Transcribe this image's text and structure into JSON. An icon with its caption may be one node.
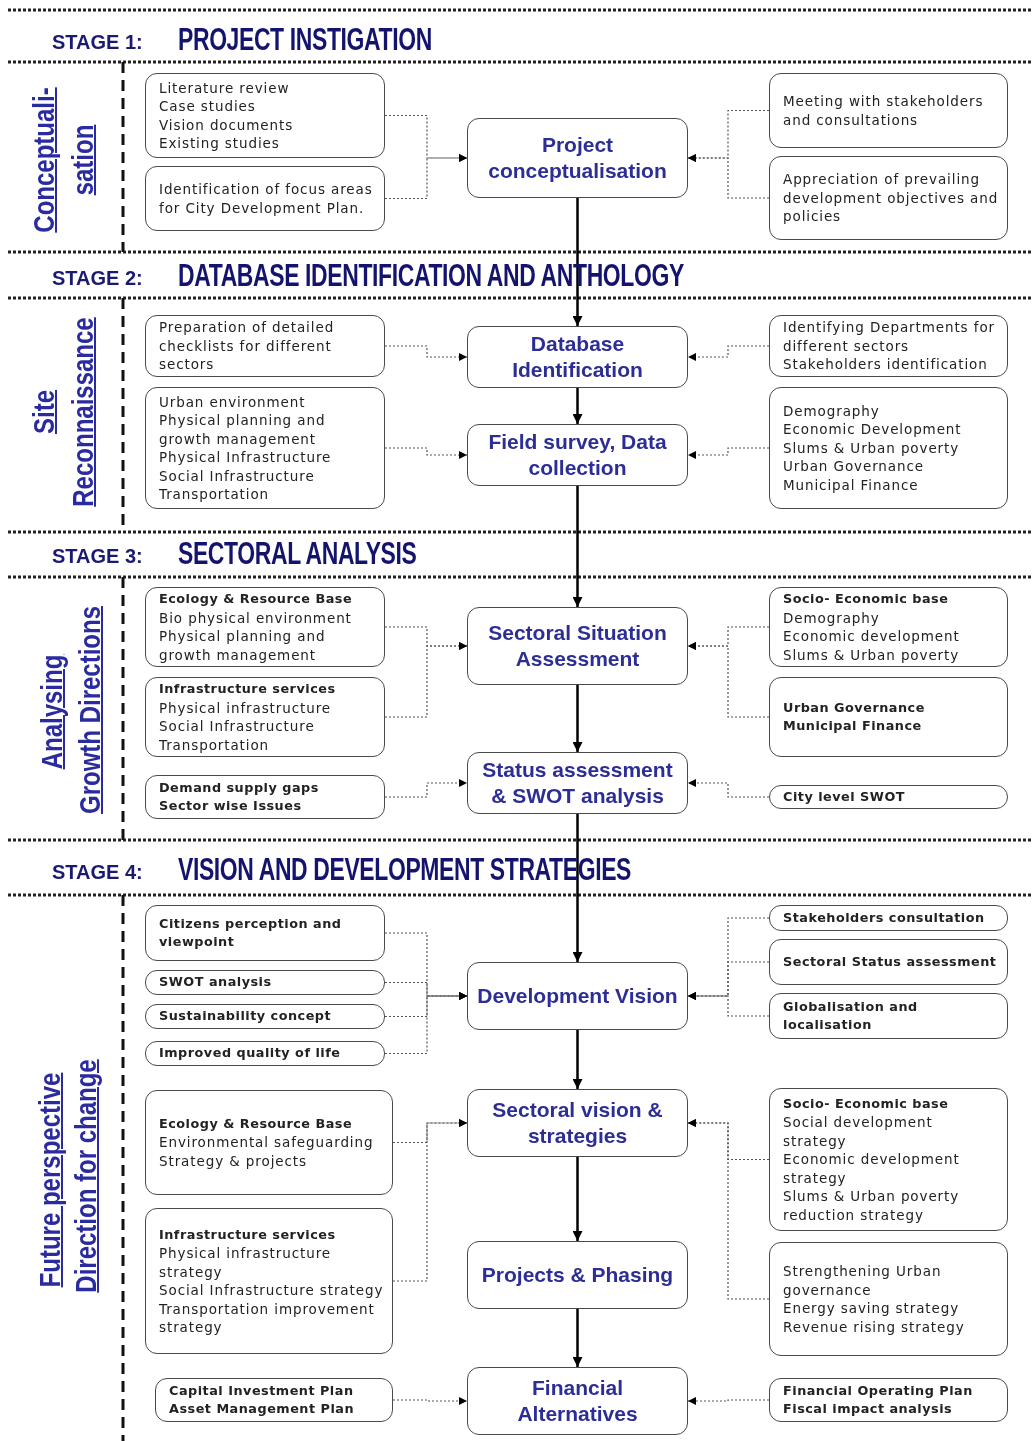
{
  "diagram": {
    "nodes": [
      {
        "text": [
          "Literature review",
          "Case studies",
          "Vision documents",
          "Existing studies"
        ]
      },
      {
        "text": [
          "Identification of focus areas for City Development Plan."
        ]
      },
      {
        "text": [
          "Project conceptualisation"
        ]
      },
      {
        "text": [
          "Meeting with stakeholders and consultations"
        ]
      },
      {
        "text": [
          "Appreciation of prevailing development objectives and policies"
        ]
      },
      {
        "text": [
          "Preparation of detailed checklists for different sectors"
        ]
      },
      {
        "text": [
          "Database Identification"
        ]
      },
      {
        "text": [
          "Identifying Departments for different sectors",
          "Stakeholders identification"
        ]
      },
      {
        "text": [
          "Urban environment",
          "Physical planning and growth management",
          "Physical Infrastructure",
          "Social Infrastructure",
          "Transportation"
        ]
      },
      {
        "text": [
          "Field survey, Data collection"
        ]
      },
      {
        "text": [
          "Demography",
          "Economic Development",
          "Slums & Urban poverty",
          "Urban Governance",
          "Municipal Finance"
        ]
      },
      {
        "text": [
          "Ecology & Resource Base",
          "Bio physical environment",
          "Physical planning and growth management"
        ]
      },
      {
        "text": [
          "Sectoral Situation Assessment"
        ]
      },
      {
        "text": [
          "Socio- Economic base",
          "Demography",
          "Economic development",
          "Slums & Urban poverty"
        ]
      },
      {
        "text": [
          "Infrastructure services",
          "Physical infrastructure",
          "Social Infrastructure",
          "Transportation"
        ]
      },
      {
        "text": [
          "Urban Governance",
          "Municipal Finance"
        ]
      },
      {
        "text": [
          "Demand supply gaps",
          "Sector wise Issues"
        ]
      },
      {
        "text": [
          "Status assessment & SWOT analysis"
        ]
      },
      {
        "text": [
          "City level SWOT"
        ]
      },
      {
        "text": [
          "Citizens perception and viewpoint"
        ]
      },
      {
        "text": [
          "Stakeholders consultation"
        ]
      },
      {
        "text": [
          "Sectoral Status assessment"
        ]
      },
      {
        "text": [
          "SWOT analysis"
        ]
      },
      {
        "text": [
          "Development Vision"
        ]
      },
      {
        "text": [
          "Sustainability concept"
        ]
      },
      {
        "text": [
          "Globalisation and localisation"
        ]
      },
      {
        "text": [
          "Improved quality of life"
        ]
      },
      {
        "text": [
          "Ecology & Resource Base",
          "Environmental safeguarding",
          "Strategy & projects"
        ]
      },
      {
        "text": [
          "Sectoral vision & strategies"
        ]
      },
      {
        "text": [
          "Socio- Economic base",
          "Social development strategy",
          "Economic development strategy",
          "Slums & Urban poverty reduction strategy"
        ]
      },
      {
        "text": [
          "Infrastructure services",
          "Physical infrastructure strategy",
          "Social Infrastructure strategy",
          "Transportation improvement strategy"
        ]
      },
      {
        "text": [
          "Projects & Phasing"
        ]
      },
      {
        "text": [
          "Strengthening Urban governance",
          "Energy saving strategy",
          "Revenue rising strategy"
        ]
      },
      {
        "text": [
          "Capital Investment Plan",
          "Asset Management Plan"
        ]
      },
      {
        "text": [
          "Financial Alternatives"
        ]
      },
      {
        "text": [
          "Financial Operating Plan",
          "Fiscal impact analysis"
        ]
      }
    ],
    "edges": [
      {
        "from": 0,
        "to": 2,
        "arrow": "to",
        "style": "dashed"
      },
      {
        "from": 1,
        "to": 2,
        "arrow": "to",
        "style": "dashed"
      },
      {
        "from": 3,
        "to": 2,
        "arrow": "to",
        "style": "dashed"
      },
      {
        "from": 4,
        "to": 2,
        "arrow": "to",
        "style": "dashed"
      },
      {
        "from": 2,
        "to": 6,
        "arrow": "to"
      },
      {
        "from": 5,
        "to": 6,
        "arrow": "to",
        "style": "dashed"
      },
      {
        "from": 7,
        "to": 6,
        "arrow": "to",
        "style": "dashed"
      },
      {
        "from": 6,
        "to": 9,
        "arrow": "to"
      },
      {
        "from": 8,
        "to": 9,
        "arrow": "to",
        "style": "dashed"
      },
      {
        "from": 10,
        "to": 9,
        "arrow": "to",
        "style": "dashed"
      },
      {
        "from": 9,
        "to": 12,
        "arrow": "to"
      },
      {
        "from": 11,
        "to": 12,
        "arrow": "to",
        "style": "dashed"
      },
      {
        "from": 14,
        "to": 12,
        "arrow": "to",
        "style": "dashed"
      },
      {
        "from": 13,
        "to": 12,
        "arrow": "to",
        "style": "dashed"
      },
      {
        "from": 15,
        "to": 12,
        "arrow": "to",
        "style": "dashed"
      },
      {
        "from": 12,
        "to": 17,
        "arrow": "to"
      },
      {
        "from": 16,
        "to": 17,
        "arrow": "to",
        "style": "dashed"
      },
      {
        "from": 18,
        "to": 17,
        "arrow": "to",
        "style": "dashed"
      },
      {
        "from": 17,
        "to": 23,
        "arrow": "to"
      },
      {
        "from": 19,
        "to": 23,
        "arrow": "to",
        "style": "dashed"
      },
      {
        "from": 22,
        "to": 23,
        "arrow": "to",
        "style": "dashed"
      },
      {
        "from": 24,
        "to": 23,
        "arrow": "to",
        "style": "dashed"
      },
      {
        "from": 26,
        "to": 23,
        "arrow": "to",
        "style": "dashed"
      },
      {
        "from": 20,
        "to": 23,
        "arrow": "to",
        "style": "dashed"
      },
      {
        "from": 21,
        "to": 23,
        "arrow": "to",
        "style": "dashed"
      },
      {
        "from": 25,
        "to": 23,
        "arrow": "to",
        "style": "dashed"
      },
      {
        "from": 23,
        "to": 28,
        "arrow": "to"
      },
      {
        "from": 27,
        "to": 28,
        "arrow": "to",
        "style": "dashed"
      },
      {
        "from": 30,
        "to": 28,
        "arrow": "to",
        "style": "dashed"
      },
      {
        "from": 29,
        "to": 28,
        "arrow": "to",
        "style": "dashed"
      },
      {
        "from": 32,
        "to": 28,
        "arrow": "to",
        "style": "dashed"
      },
      {
        "from": 28,
        "to": 31,
        "arrow": "to"
      },
      {
        "from": 31,
        "to": 34,
        "arrow": "to"
      },
      {
        "from": 33,
        "to": 34,
        "arrow": "to",
        "style": "dashed"
      },
      {
        "from": 35,
        "to": 34,
        "arrow": "to",
        "style": "dashed"
      }
    ],
    "labels": [
      "STAGE 1:",
      "PROJECT INSTIGATION",
      "Conceptuali-",
      "sation",
      "STAGE 2:",
      "DATABASE IDENTIFICATION AND ANTHOLOGY",
      "Site",
      "Reconnaissance",
      "STAGE 3:",
      "SECTORAL ANALYSIS",
      "Analysing",
      "Growth Directions",
      "STAGE 4:",
      "VISION AND DEVELOPMENT STRATEGIES",
      "Future perspective",
      "Direction for change"
    ]
  }
}
